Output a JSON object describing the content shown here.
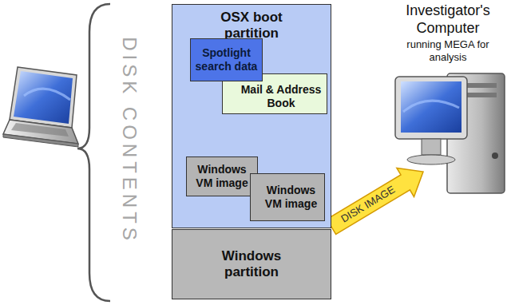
{
  "diagram": {
    "nodes": [
      {
        "text": [
          "OSX boot partition"
        ]
      },
      {
        "text": [
          "Spotlight search data"
        ],
        "in": 0
      },
      {
        "text": [
          "Mail & Address Book"
        ],
        "in": 0
      },
      {
        "text": [
          "Windows VM image"
        ],
        "in": 0
      },
      {
        "text": [
          "Windows VM image"
        ],
        "in": 0
      },
      {
        "text": [
          "Windows partition"
        ]
      },
      {
        "text": [
          "Investigator's Computer",
          "running MEGA for analysis"
        ]
      }
    ],
    "edges": [
      {
        "from": 0,
        "to": 6,
        "label": "DISK IMAGE",
        "arrow": "to"
      }
    ],
    "labels": [
      "DISK CONTENTS"
    ]
  }
}
